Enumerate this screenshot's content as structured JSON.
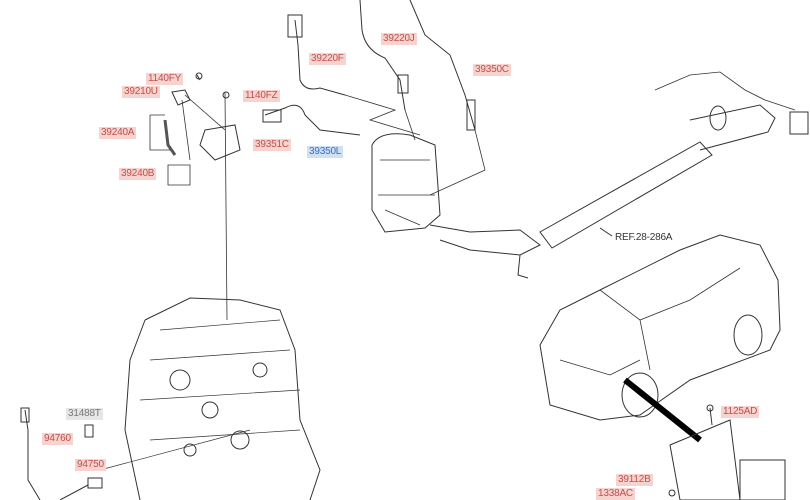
{
  "diagram": {
    "labels": {
      "p39220J": "39220J",
      "p39220F": "39220F",
      "p39350C": "39350C",
      "p1140FY": "1140FY",
      "p39210U": "39210U",
      "p1140FZ": "1140FZ",
      "p39240A": "39240A",
      "p39351C": "39351C",
      "p39350L": "39350L",
      "p39240B": "39240B",
      "ref": "REF.28-286A",
      "p31488T": "31488T",
      "p94760": "94760",
      "p94750": "94750",
      "p1125AD": "1125AD",
      "p39112B": "39112B",
      "p1338AC": "1338AC"
    },
    "colors": {
      "part_label": "#f6d3cf",
      "selected_label": "#cfe0f5",
      "inactive_label": "#e6e6e6"
    }
  }
}
